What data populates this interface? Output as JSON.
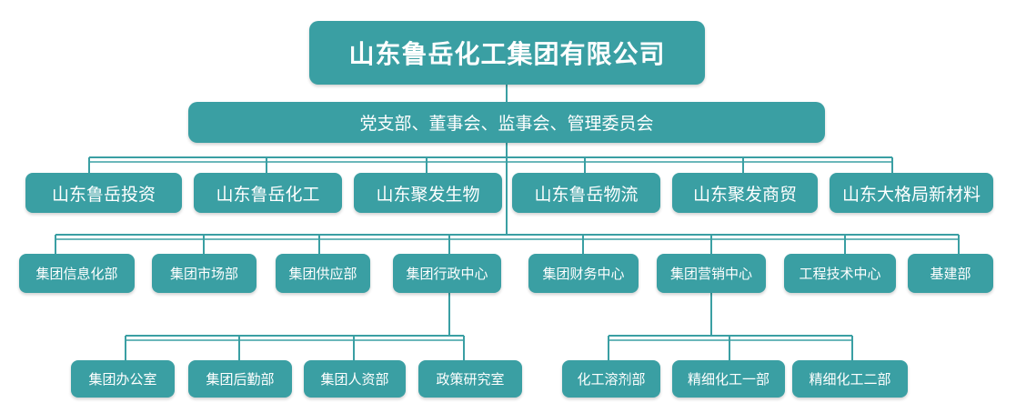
{
  "root": "山东鲁岳化工集团有限公司",
  "board": "党支部、董事会、监事会、管理委员会",
  "companies": [
    "山东鲁岳投资",
    "山东鲁岳化工",
    "山东聚发生物",
    "山东鲁岳物流",
    "山东聚发商贸",
    "山东大格局新材料"
  ],
  "departments": [
    "集团信息化部",
    "集团市场部",
    "集团供应部",
    "集团行政中心",
    "集团财务中心",
    "集团营销中心",
    "工程技术中心",
    "基建部"
  ],
  "admin_units": [
    "集团办公室",
    "集团后勤部",
    "集团人资部",
    "政策研究室"
  ],
  "marketing_units": [
    "化工溶剂部",
    "精细化工一部",
    "精细化工二部"
  ],
  "colors": {
    "node_fill": "#3a9fa3",
    "node_text": "#ffffff",
    "connector": "#3a9fa3"
  }
}
